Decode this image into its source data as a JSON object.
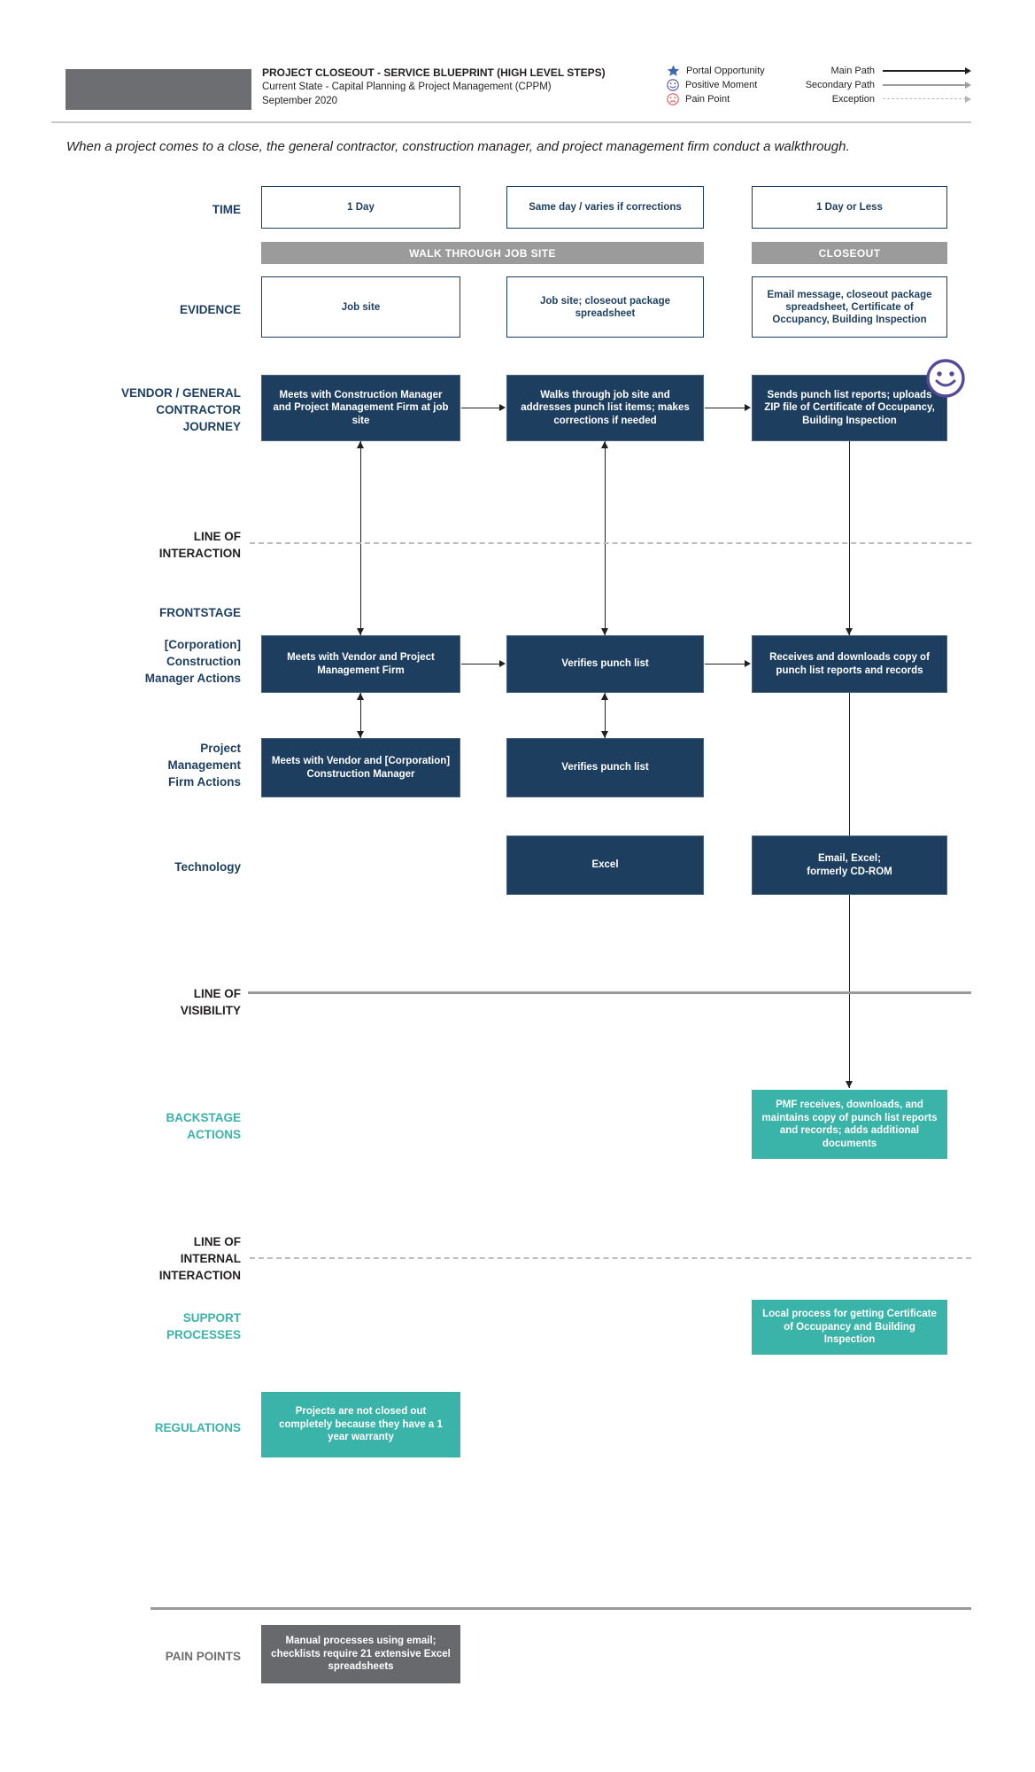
{
  "header": {
    "title": "PROJECT CLOSEOUT - SERVICE BLUEPRINT (HIGH LEVEL STEPS)",
    "subtitle": "Current State - Capital Planning & Project Management (CPPM)",
    "date": "September 2020"
  },
  "legend": {
    "symbols": [
      {
        "icon": "star-icon",
        "label": "Portal Opportunity"
      },
      {
        "icon": "smiley-icon",
        "label": "Positive Moment"
      },
      {
        "icon": "sad-face-icon",
        "label": "Pain Point"
      }
    ],
    "paths": [
      {
        "style": "solid-dark",
        "label": "Main Path"
      },
      {
        "style": "solid-gray",
        "label": "Secondary Path"
      },
      {
        "style": "dashed-gray",
        "label": "Exception"
      }
    ]
  },
  "intro": "When a project comes to a close, the general contractor, construction manager, and project management firm conduct a walkthrough.",
  "phases": {
    "walkthrough": "WALK THROUGH JOB SITE",
    "closeout": "CLOSEOUT"
  },
  "row_labels": {
    "time": "TIME",
    "evidence": "EVIDENCE",
    "vendor_journey": [
      "VENDOR / GENERAL",
      "CONTRACTOR",
      "JOURNEY"
    ],
    "line_of_interaction": [
      "LINE OF",
      "INTERACTION"
    ],
    "frontstage": "FRONTSTAGE",
    "cm_actions": [
      "[Corporation]",
      "Construction",
      "Manager Actions"
    ],
    "pmf_actions": [
      "Project",
      "Management",
      "Firm Actions"
    ],
    "technology": "Technology",
    "line_of_visibility": [
      "LINE OF",
      "VISIBILITY"
    ],
    "backstage_actions": [
      "BACKSTAGE",
      "ACTIONS"
    ],
    "line_of_internal_interaction": [
      "LINE OF",
      "INTERNAL",
      "INTERACTION"
    ],
    "support_processes": [
      "SUPPORT",
      "PROCESSES"
    ],
    "regulations": "REGULATIONS",
    "pain_points": "PAIN POINTS"
  },
  "time_row": [
    "1 Day",
    "Same day / varies if corrections",
    "1 Day or Less"
  ],
  "evidence_row": [
    "Job site",
    "Job site; closeout package spreadsheet",
    "Email message, closeout package spreadsheet, Certificate of Occupancy, Building Inspection"
  ],
  "vendor_row": [
    "Meets with Construction Manager and Project Management Firm at job site",
    "Walks through job site and addresses punch list items; makes corrections if needed",
    "Sends punch list reports; uploads ZIP file of Certificate of Occupancy, Building Inspection"
  ],
  "cm_row": [
    "Meets with Vendor and Project Management Firm",
    "Verifies punch list",
    "Receives and downloads copy of punch list reports and records"
  ],
  "pmf_row": [
    "Meets with Vendor and [Corporation] Construction Manager",
    "Verifies punch list"
  ],
  "technology_row": [
    "Excel",
    "Email, Excel;\nformerly CD-ROM"
  ],
  "backstage_box": "PMF receives, downloads, and maintains copy of punch list reports and records; adds additional documents",
  "support_box": "Local process for getting Certificate of Occupancy and Building Inspection",
  "regulations_box": "Projects are not closed out completely because they have a 1 year warranty",
  "pain_points_box": "Manual processes using email; checklists require 21 extensive Excel spreadsheets",
  "colors": {
    "navy": "#1d3e5e",
    "teal": "#3ab3a8",
    "gray": "#6d6e71",
    "bar_gray": "#9b9b9b",
    "black": "#231f20",
    "star_blue": "#3e68b2",
    "positive_blue": "#5252a3",
    "pain_red": "#e05a5a",
    "smiley_purple": "#54499b"
  }
}
